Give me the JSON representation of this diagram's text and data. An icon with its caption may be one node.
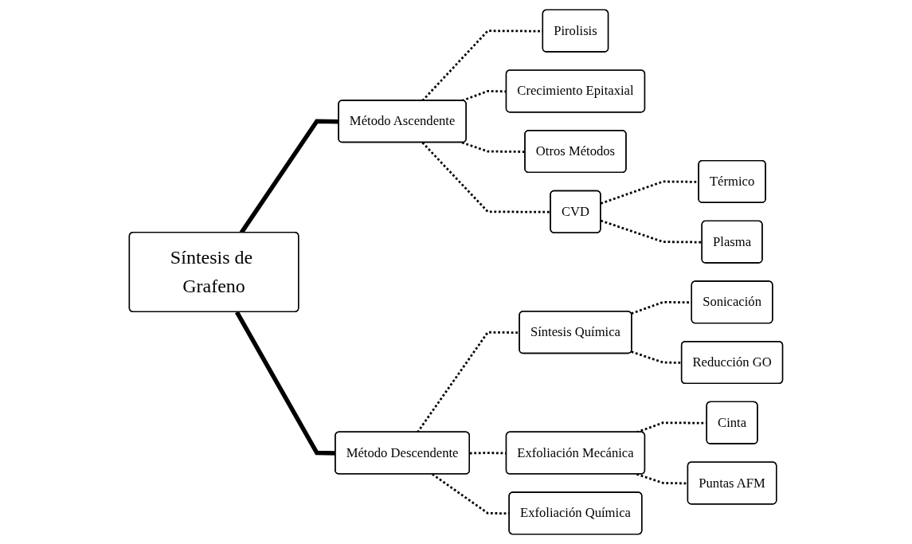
{
  "diagram": {
    "nodes": [
      {
        "text": [
          "Síntesis de Grafeno"
        ]
      },
      {
        "text": [
          "Método Ascendente"
        ]
      },
      {
        "text": [
          "Pirolisis"
        ]
      },
      {
        "text": [
          "Crecimiento Epitaxial"
        ]
      },
      {
        "text": [
          "Otros Métodos"
        ]
      },
      {
        "text": [
          "CVD"
        ]
      },
      {
        "text": [
          "Térmico"
        ]
      },
      {
        "text": [
          "Plasma"
        ]
      },
      {
        "text": [
          "Método Descendente"
        ]
      },
      {
        "text": [
          "Sonicación"
        ]
      },
      {
        "text": [
          "Síntesis Química"
        ]
      },
      {
        "text": [
          "Reducción GO"
        ]
      },
      {
        "text": [
          "Exfoliación Mecánica"
        ]
      },
      {
        "text": [
          "Cinta"
        ]
      },
      {
        "text": [
          "Puntas AFM"
        ]
      },
      {
        "text": [
          "Exfoliación Química"
        ]
      }
    ],
    "edges": [
      {
        "from": 0,
        "to": 1,
        "arrow": "none",
        "style": "thick"
      },
      {
        "from": 1,
        "to": 2,
        "arrow": "none",
        "style": "dashed"
      },
      {
        "from": 1,
        "to": 3,
        "arrow": "none",
        "style": "dashed"
      },
      {
        "from": 1,
        "to": 4,
        "arrow": "none",
        "style": "dashed"
      },
      {
        "from": 1,
        "to": 5,
        "arrow": "none",
        "style": "dashed"
      },
      {
        "from": 5,
        "to": 6,
        "arrow": "none",
        "style": "dashed"
      },
      {
        "from": 5,
        "to": 7,
        "arrow": "none",
        "style": "dashed"
      },
      {
        "from": 0,
        "to": 8,
        "arrow": "none",
        "style": "thick"
      },
      {
        "from": 8,
        "to": 10,
        "arrow": "none",
        "style": "dashed"
      },
      {
        "from": 10,
        "to": 9,
        "arrow": "none",
        "style": "dashed"
      },
      {
        "from": 10,
        "to": 11,
        "arrow": "none",
        "style": "dashed"
      },
      {
        "from": 8,
        "to": 12,
        "arrow": "none",
        "style": "dashed"
      },
      {
        "from": 12,
        "to": 13,
        "arrow": "none",
        "style": "dashed"
      },
      {
        "from": 12,
        "to": 14,
        "arrow": "none",
        "style": "dashed"
      },
      {
        "from": 8,
        "to": 15,
        "arrow": "none",
        "style": "dashed"
      }
    ]
  }
}
